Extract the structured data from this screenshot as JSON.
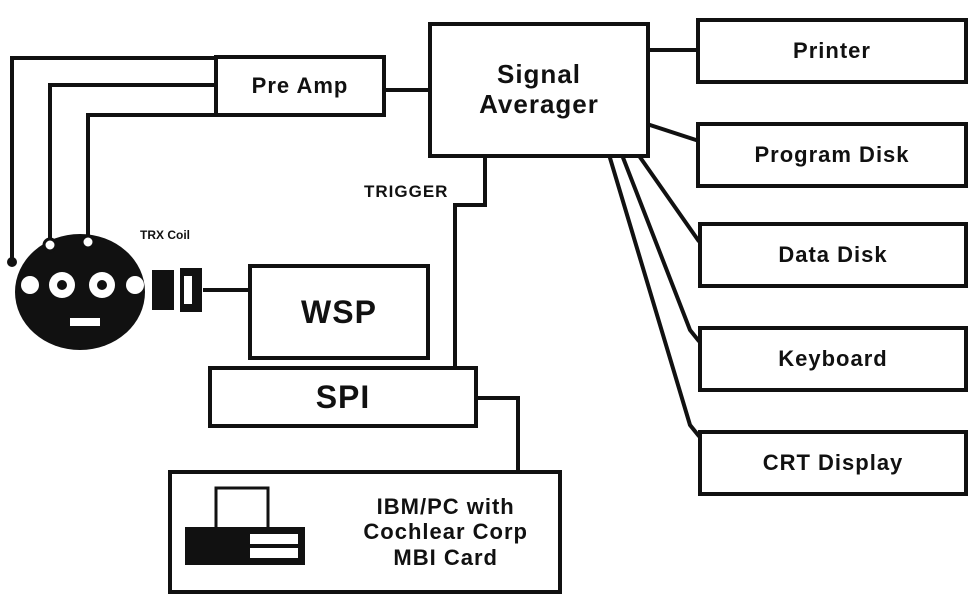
{
  "blocks": {
    "pre_amp": "Pre Amp",
    "signal_averager": "Signal\nAverager",
    "printer": "Printer",
    "program_disk": "Program Disk",
    "data_disk": "Data Disk",
    "keyboard": "Keyboard",
    "crt_display": "CRT Display",
    "wsp": "WSP",
    "spi": "SPI",
    "ibm_pc": "IBM/PC with\nCochlear Corp\nMBI Card"
  },
  "labels": {
    "trigger": "TRIGGER",
    "trx_coil": "TRX Coil"
  }
}
